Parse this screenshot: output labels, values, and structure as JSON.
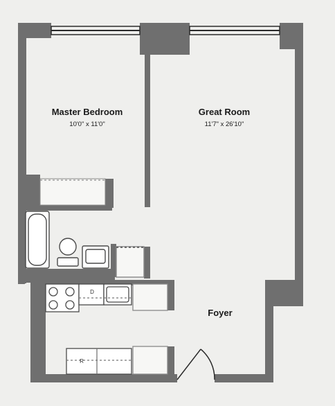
{
  "rooms": {
    "master_bedroom": {
      "name": "Master Bedroom",
      "dimensions": "10'0\" x 11'0\""
    },
    "great_room": {
      "name": "Great Room",
      "dimensions": "11'7\" x 26'10\""
    },
    "foyer": {
      "name": "Foyer"
    }
  },
  "fixtures": {
    "refrigerator_label": "R",
    "dishwasher_label": "D"
  },
  "colors": {
    "wall": "#6f6f6f",
    "background": "#efefed",
    "fixture_fill": "#ffffff",
    "fixture_stroke": "#4a4a4a",
    "window": "#2a2a2a"
  }
}
